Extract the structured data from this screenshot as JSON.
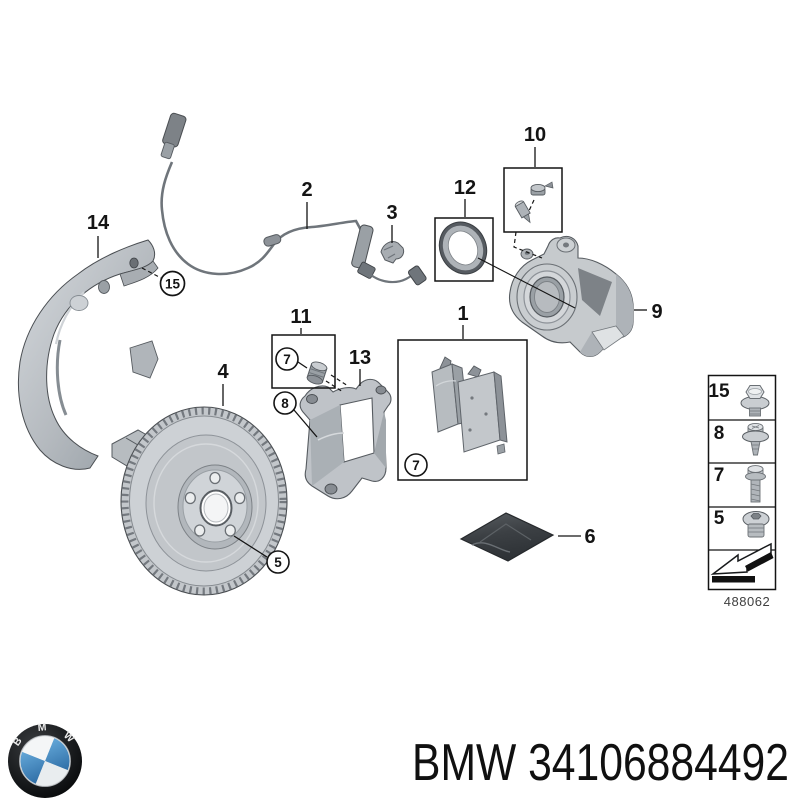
{
  "title": "BMW front brake exploded parts diagram",
  "callouts": {
    "n1": "1",
    "n2": "2",
    "n3": "3",
    "n4": "4",
    "n5": "5",
    "n6": "6",
    "n7": "7",
    "n8": "8",
    "n9": "9",
    "n10": "10",
    "n11": "11",
    "n12": "12",
    "n13": "13",
    "n14": "14",
    "n15": "15"
  },
  "legend": {
    "rows": [
      {
        "num": "15",
        "icon": "flange-hex-bolt"
      },
      {
        "num": "8",
        "icon": "washer-screw"
      },
      {
        "num": "7",
        "icon": "long-hex-bolt"
      },
      {
        "num": "5",
        "icon": "countersunk-socket-screw"
      }
    ],
    "footer_icon": "direction-arrow",
    "diagram_code": "488062"
  },
  "footer": {
    "part_text": "BMW 34106884492",
    "logo_letters": [
      "B",
      "M",
      "W"
    ]
  },
  "colors": {
    "background": "#ffffff",
    "line_art": "#141414",
    "part_gray": "#c3c7cb",
    "part_gray_dark": "#8d9298",
    "packet_dark": "#3c4044",
    "bmw_blue": "#4b8fc3"
  }
}
